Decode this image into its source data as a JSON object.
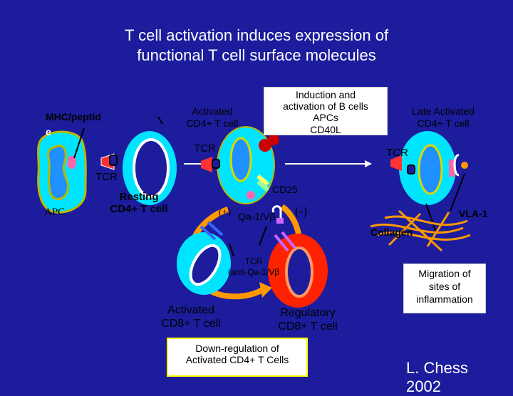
{
  "title": {
    "line1": "T cell activation induces expression of",
    "line2": "functional T cell surface molecules"
  },
  "labels": {
    "mhc_peptide_1": "MHC/peptid",
    "mhc_peptide_2": "e",
    "apc": "APC",
    "tcr_left": "TCR",
    "resting_1": "Resting",
    "resting_2": "CD4+ T cell",
    "activated_cd4_1": "Activated",
    "activated_cd4_2": "CD4+ T cell",
    "tcr_mid": "TCR",
    "induction_1": "Induction and",
    "induction_2": "activation of B cells",
    "induction_3": "APCs",
    "induction_4": "CD40L",
    "late_activated_1": "Late Activated",
    "late_activated_2": "CD4+ T cell",
    "tcr_right": "TCR",
    "cd25": "CD25",
    "plus": "(+)",
    "qa1": "Qa-1/Vβ",
    "minus": "(-)",
    "vla1": "VLA-1",
    "collagen": "Collagen",
    "tcr_anti_1": "TCR",
    "tcr_anti_2": "(anti-Qa-1/Vβ",
    "activated_cd8_1": "Activated",
    "activated_cd8_2": "CD8+ T cell",
    "regulatory_1": "Regulatory",
    "regulatory_2": "CD8+ T cell",
    "downreg_1": "Down-regulation of",
    "downreg_2": "Activated CD4+ T Cells",
    "migration_1": "Migration of",
    "migration_2": "sites of",
    "migration_3": "inflammation",
    "author": "L. Chess",
    "year": "2002"
  },
  "colors": {
    "background": "#1c1c9c",
    "cell_fill": "#00e5ff",
    "regulatory_fill": "#ff2200",
    "nucleus_fill": "#1e90ff",
    "receptor": "#ff66aa",
    "collagen": "#ff9900"
  }
}
